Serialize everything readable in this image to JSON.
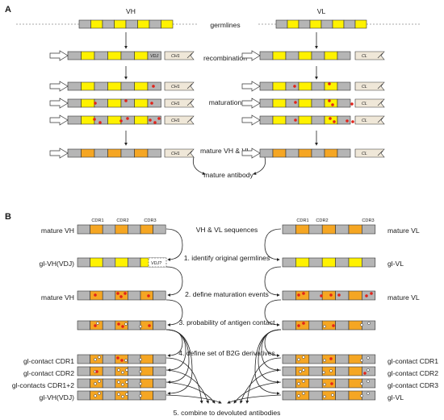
{
  "panel_a": {
    "label": "A",
    "vh_header": "VH",
    "vl_header": "VL",
    "steps": {
      "germlines": "germlines",
      "recombination": "recombination",
      "maturation": "maturation",
      "mature": "mature VH & VL",
      "antibody": "mature antibody"
    },
    "segments": {
      "vdj": "VDJ",
      "ch1": "CH1",
      "cl": "CL"
    }
  },
  "panel_b": {
    "label": "B",
    "cdr_labels": [
      "CDR1",
      "CDR2",
      "CDR3"
    ],
    "sequences_header": "VH & VL sequences",
    "steps": [
      "1. identify original germlines",
      "2. define maturation events",
      "3. probability of antigen contact",
      "4. define set of B2G derivatives",
      "5. combine to devoluted antibodies"
    ],
    "left_labels": [
      "mature VH",
      "gl-VH(VDJ)",
      "mature VH",
      "gl-contact  CDR1",
      "gl-contact  CDR2",
      "gl-contacts  CDR1+2",
      "gl-VH(VDJ)"
    ],
    "right_labels": [
      "mature VL",
      "gl-VL",
      "mature VL",
      "gl-contact  CDR1",
      "gl-contact  CDR2",
      "gl-contact  CDR3",
      "gl-VL"
    ],
    "vdj_box": "VDJ?"
  },
  "colors": {
    "yellow": "#fff200",
    "orange": "#f5a623",
    "gray": "#b5b5b5",
    "beige": "#efe7d8",
    "mutation": "#e2231a"
  }
}
